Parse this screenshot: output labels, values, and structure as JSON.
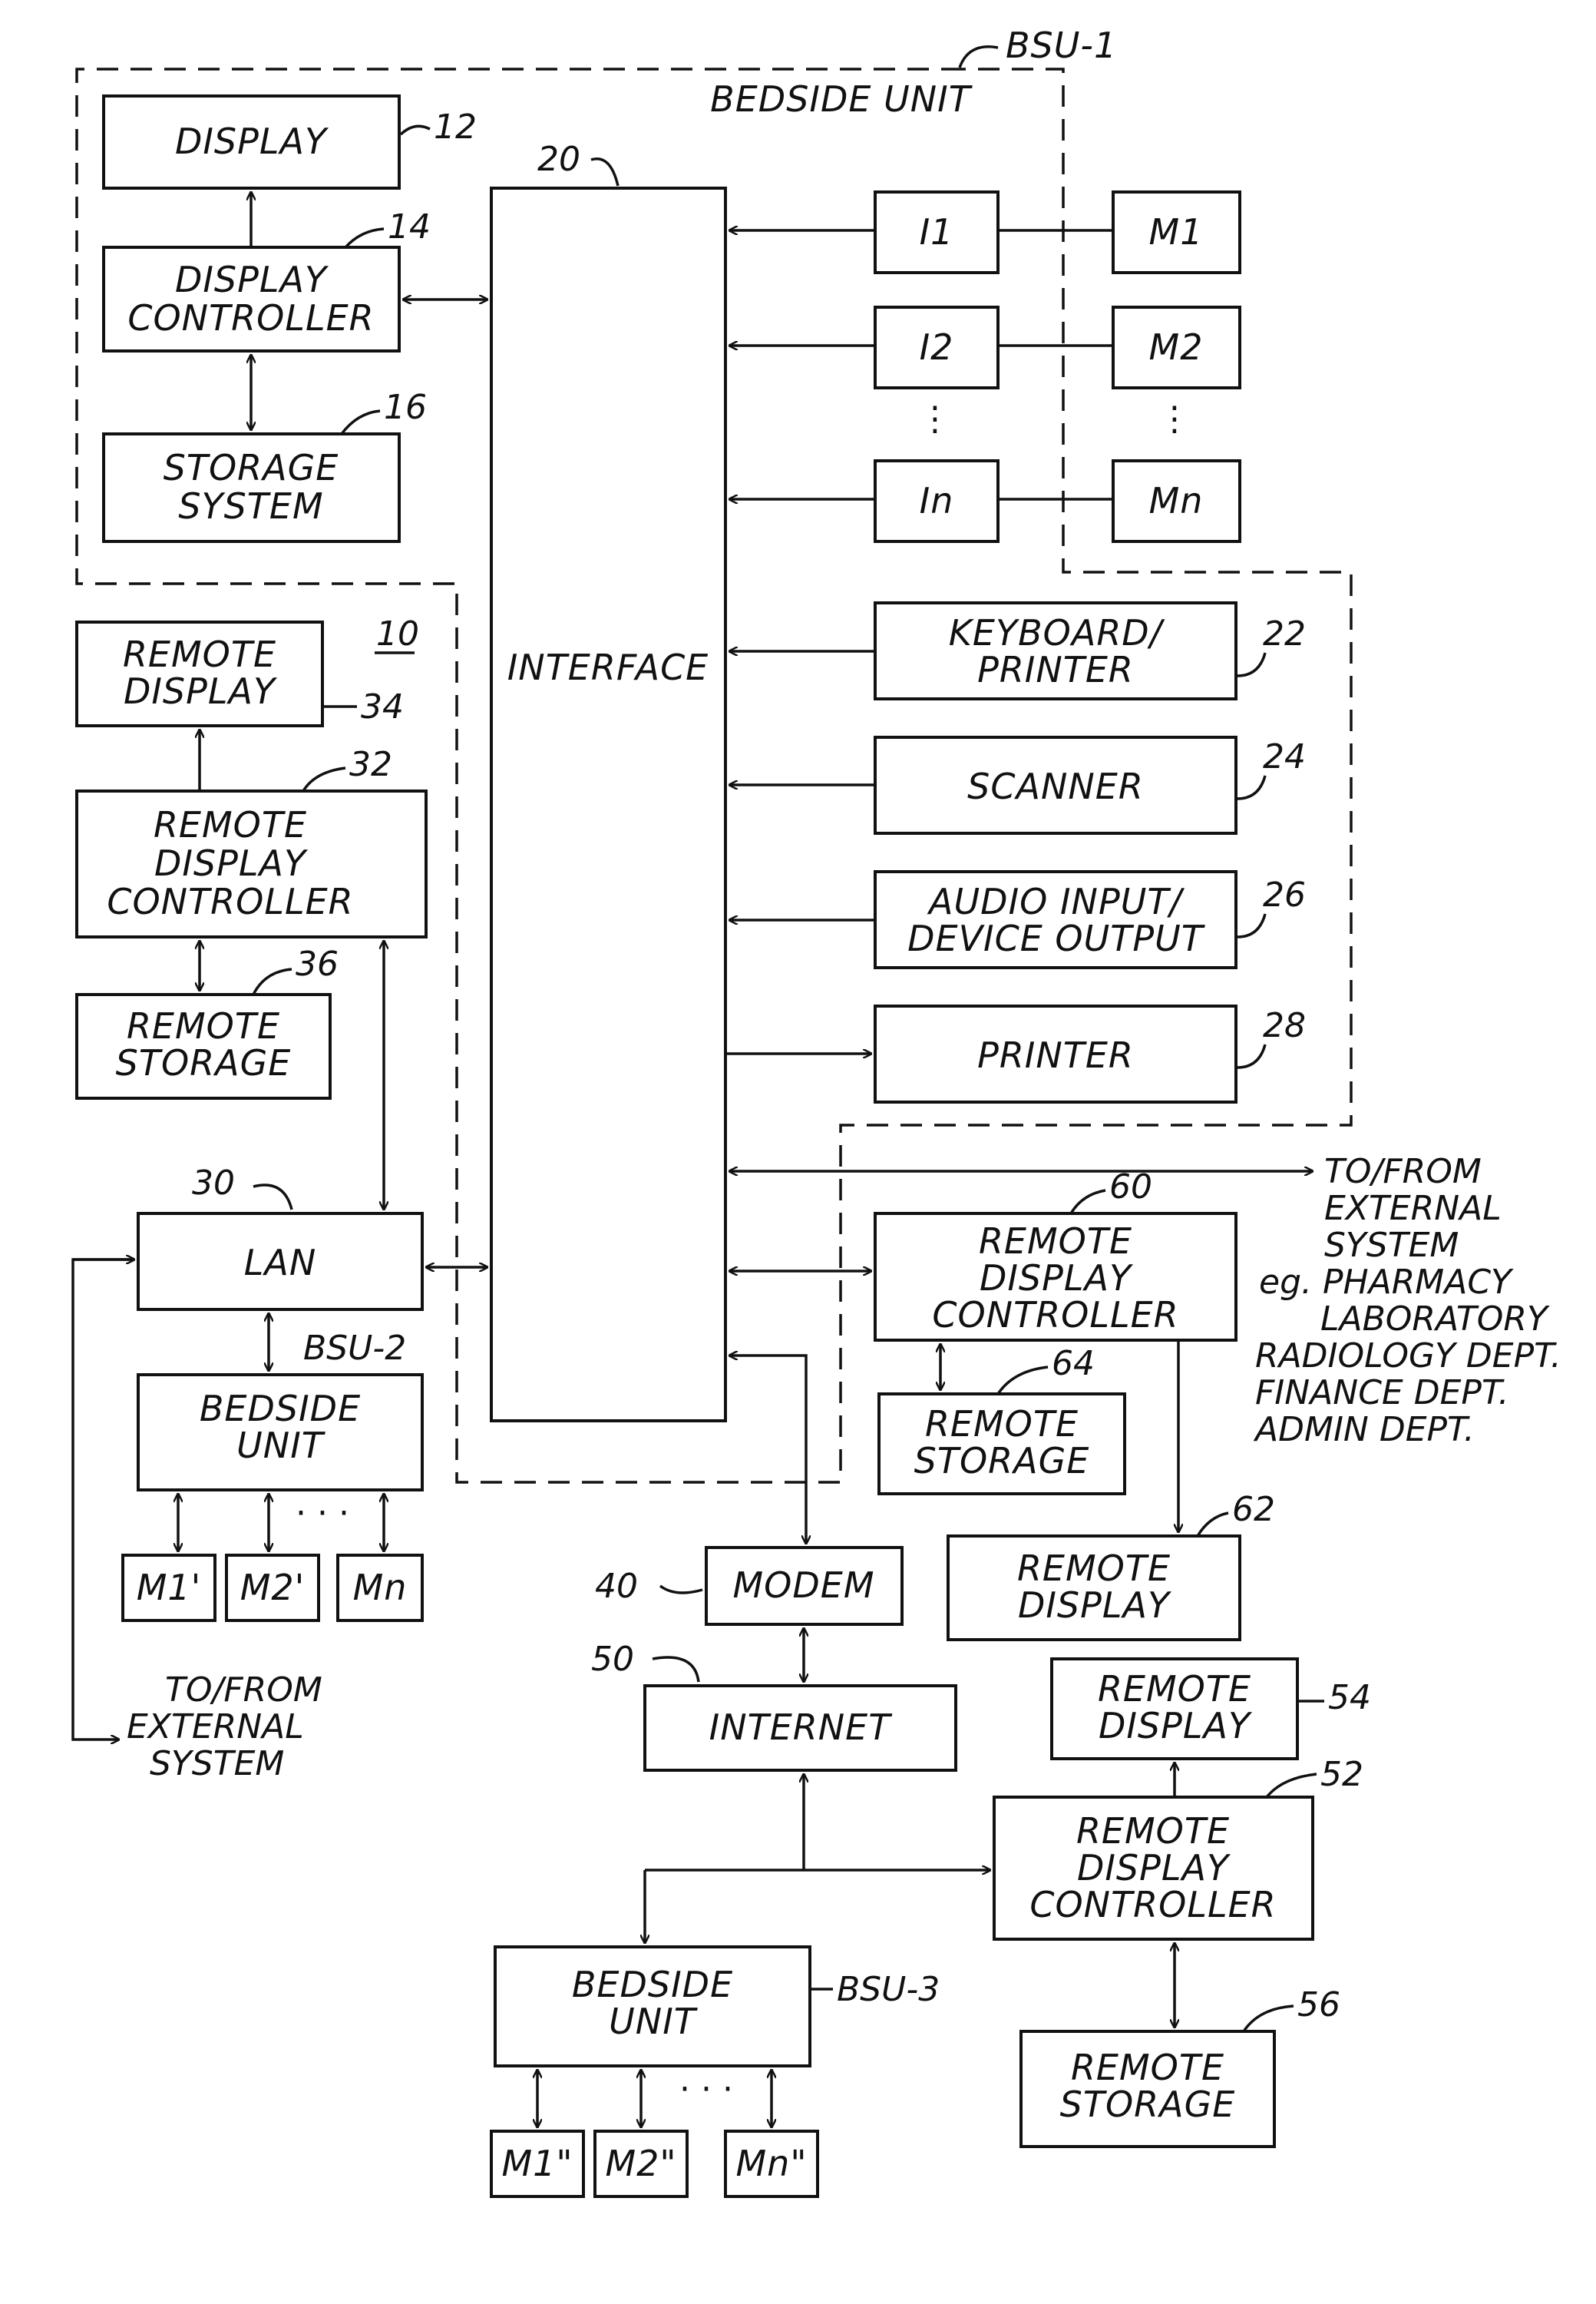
{
  "diagram": {
    "system_ref": "10",
    "blocks": {
      "display": {
        "lines": [
          "DISPLAY"
        ],
        "ref": "12"
      },
      "display_controller": {
        "lines": [
          "DISPLAY",
          "CONTROLLER"
        ],
        "ref": "14"
      },
      "storage_system": {
        "lines": [
          "STORAGE",
          "SYSTEM"
        ],
        "ref": "16"
      },
      "interface": {
        "lines": [
          "INTERFACE"
        ],
        "ref": "20"
      },
      "i1": {
        "lines": [
          "I1"
        ]
      },
      "i2": {
        "lines": [
          "I2"
        ]
      },
      "in": {
        "lines": [
          "In"
        ]
      },
      "m1": {
        "lines": [
          "M1"
        ]
      },
      "m2": {
        "lines": [
          "M2"
        ]
      },
      "mn": {
        "lines": [
          "Mn"
        ]
      },
      "keyboard_printer": {
        "lines": [
          "KEYBOARD/",
          "PRINTER"
        ],
        "ref": "22"
      },
      "scanner": {
        "lines": [
          "SCANNER"
        ],
        "ref": "24"
      },
      "audio": {
        "lines": [
          "AUDIO INPUT/",
          "DEVICE OUTPUT"
        ],
        "ref": "26"
      },
      "printer": {
        "lines": [
          "PRINTER"
        ],
        "ref": "28"
      },
      "remote_display_34": {
        "lines": [
          "REMOTE",
          "DISPLAY"
        ],
        "ref": "34"
      },
      "remote_display_controller_32": {
        "lines": [
          "REMOTE",
          "DISPLAY",
          "CONTROLLER"
        ],
        "ref": "32"
      },
      "remote_storage_36": {
        "lines": [
          "REMOTE",
          "STORAGE"
        ],
        "ref": "36"
      },
      "lan": {
        "lines": [
          "LAN"
        ],
        "ref": "30"
      },
      "bedside_unit_2": {
        "lines": [
          "BEDSIDE",
          "UNIT"
        ],
        "ref": "BSU-2"
      },
      "m1p": {
        "lines": [
          "M1'"
        ]
      },
      "m2p": {
        "lines": [
          "M2'"
        ]
      },
      "mnp": {
        "lines": [
          "Mn"
        ]
      },
      "remote_display_controller_60": {
        "lines": [
          "REMOTE",
          "DISPLAY",
          "CONTROLLER"
        ],
        "ref": "60"
      },
      "remote_storage_64": {
        "lines": [
          "REMOTE",
          "STORAGE"
        ],
        "ref": "64"
      },
      "remote_display_62": {
        "lines": [
          "REMOTE",
          "DISPLAY"
        ],
        "ref": "62"
      },
      "modem": {
        "lines": [
          "MODEM"
        ],
        "ref": "40"
      },
      "internet": {
        "lines": [
          "INTERNET"
        ],
        "ref": "50"
      },
      "remote_display_54": {
        "lines": [
          "REMOTE",
          "DISPLAY"
        ],
        "ref": "54"
      },
      "remote_display_controller_52": {
        "lines": [
          "REMOTE",
          "DISPLAY",
          "CONTROLLER"
        ],
        "ref": "52"
      },
      "remote_storage_56": {
        "lines": [
          "REMOTE",
          "STORAGE"
        ],
        "ref": "56"
      },
      "bedside_unit_3": {
        "lines": [
          "BEDSIDE",
          "UNIT"
        ],
        "ref": "BSU-3"
      },
      "m1pp": {
        "lines": [
          "M1\""
        ]
      },
      "m2pp": {
        "lines": [
          "M2\""
        ]
      },
      "mnpp": {
        "lines": [
          "Mn\""
        ]
      }
    },
    "bsu1": {
      "ref": "BSU-1",
      "title": "BEDSIDE UNIT"
    },
    "external_notes": {
      "interface_side": [
        "TO/FROM",
        "EXTERNAL",
        "SYSTEM",
        "eg. PHARMACY",
        "LABORATORY",
        "RADIOLOGY DEPT.",
        "FINANCE DEPT.",
        "ADMIN DEPT."
      ],
      "lan_side": [
        "TO/FROM",
        "EXTERNAL",
        "SYSTEM"
      ]
    },
    "ellipsis": "· · ·"
  }
}
